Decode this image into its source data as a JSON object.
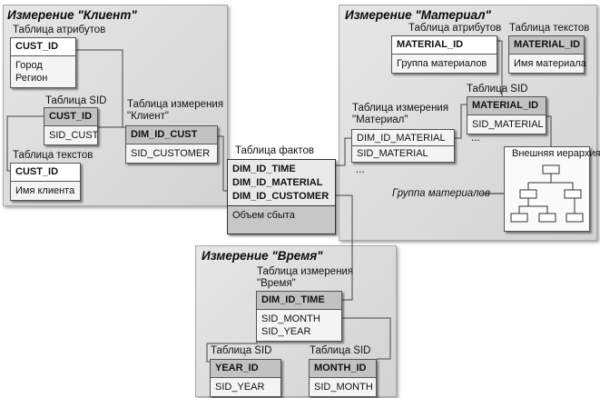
{
  "customer_dim": {
    "title": "Измерение \"Клиент\"",
    "attr_table": {
      "caption": "Таблица атрибутов",
      "key": "CUST_ID",
      "fields": [
        "Город",
        "Регион"
      ]
    },
    "sid_table": {
      "caption": "Таблица SID",
      "key": "CUST_ID",
      "fields": [
        "SID_CUST"
      ]
    },
    "text_table": {
      "caption": "Таблица текстов",
      "key": "CUST_ID",
      "fields": [
        "Имя клиента"
      ]
    },
    "dim_table": {
      "caption_1": "Таблица измерения",
      "caption_2": "\"Клиент\"",
      "key": "DIM_ID_CUST",
      "fields": [
        "SID_CUSTOMER"
      ]
    }
  },
  "fact_table": {
    "caption": "Таблица фактов",
    "keys": [
      "DIM_ID_TIME",
      "DIM_ID_MATERIAL",
      "DIM_ID_CUSTOMER"
    ],
    "measures": [
      "Объем сбыта"
    ],
    "ellipsis": "..."
  },
  "material_dim": {
    "title": "Измерение \"Материал\"",
    "attr_table": {
      "caption": "Таблица атрибутов",
      "key": "MATERIAL_ID",
      "fields": [
        "Группа материалов"
      ]
    },
    "text_table": {
      "caption": "Таблица текстов",
      "key": "MATERIAL_ID",
      "fields": [
        "Имя материала"
      ]
    },
    "sid_table": {
      "caption": "Таблица SID",
      "key": "MATERIAL_ID",
      "fields": [
        "SID_MATERIAL"
      ]
    },
    "dim_table": {
      "caption_1": "Таблица измерения",
      "caption_2": "\"Материал\"",
      "key": "DIM_ID_MATERIAL",
      "fields": [
        "SID_MATERIAL"
      ]
    },
    "ellipsis": "...",
    "hierarchy": {
      "caption": "Внешняя иерархия",
      "annotation": "Группа материалов"
    }
  },
  "time_dim": {
    "title": "Измерение \"Время\"",
    "dim_table": {
      "caption_1": "Таблица измерения",
      "caption_2": "\"Время\"",
      "key": "DIM_ID_TIME",
      "fields": [
        "SID_MONTH",
        "SID_YEAR"
      ]
    },
    "sid_year_table": {
      "caption": "Таблица SID",
      "key": "YEAR_ID",
      "fields": [
        "SID_YEAR"
      ]
    },
    "sid_month_table": {
      "caption": "Таблица SID",
      "key": "MONTH_ID",
      "fields": [
        "SID_MONTH"
      ]
    }
  }
}
